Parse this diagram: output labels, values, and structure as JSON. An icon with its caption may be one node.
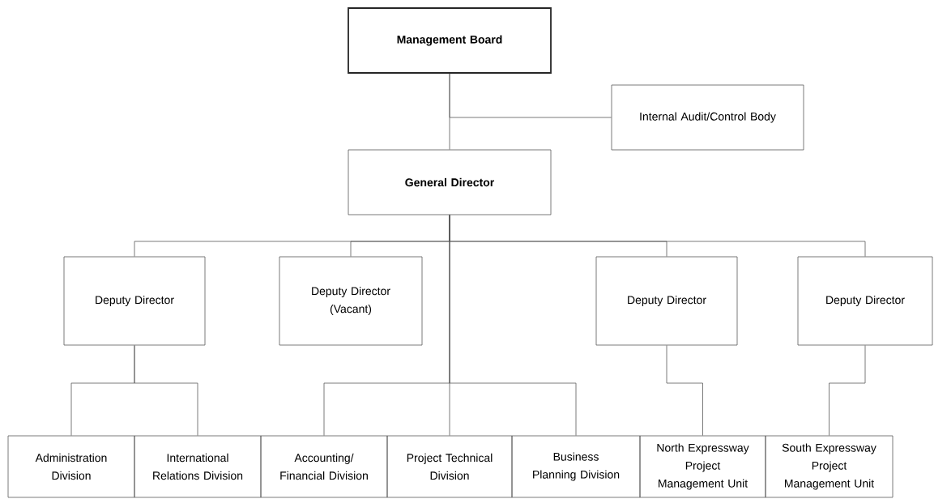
{
  "diagram": {
    "nodes": [
      {
        "text": [
          "Management Board"
        ]
      },
      {
        "text": [
          "Internal Audit/Control Body"
        ]
      },
      {
        "text": [
          "General Director"
        ]
      },
      {
        "text": [
          "Deputy Director"
        ]
      },
      {
        "text": [
          "Deputy Director (Vacant)"
        ]
      },
      {
        "text": [
          "Deputy Director"
        ]
      },
      {
        "text": [
          "Deputy Director"
        ]
      },
      {
        "text": [
          "Administration Division"
        ]
      },
      {
        "text": [
          "International Relations Division"
        ]
      },
      {
        "text": [
          "Accounting/ Financial Division"
        ]
      },
      {
        "text": [
          "Project Technical Division"
        ]
      },
      {
        "text": [
          "Business Planning Division"
        ]
      },
      {
        "text": [
          "North Expressway Project Management Unit"
        ]
      },
      {
        "text": [
          "South Expressway Project Management Unit"
        ]
      }
    ],
    "edges": [
      {
        "from": 0,
        "to": 2,
        "arrow": "none"
      },
      {
        "from": 0,
        "to": 1,
        "arrow": "none"
      },
      {
        "from": 2,
        "to": 3,
        "arrow": "none"
      },
      {
        "from": 2,
        "to": 4,
        "arrow": "none"
      },
      {
        "from": 2,
        "to": 5,
        "arrow": "none"
      },
      {
        "from": 2,
        "to": 6,
        "arrow": "none"
      },
      {
        "from": 3,
        "to": 7,
        "arrow": "none"
      },
      {
        "from": 3,
        "to": 8,
        "arrow": "none"
      },
      {
        "from": 2,
        "to": 9,
        "arrow": "none"
      },
      {
        "from": 2,
        "to": 10,
        "arrow": "none"
      },
      {
        "from": 2,
        "to": 11,
        "arrow": "none"
      },
      {
        "from": 5,
        "to": 12,
        "arrow": "none"
      },
      {
        "from": 6,
        "to": 13,
        "arrow": "none"
      }
    ]
  }
}
